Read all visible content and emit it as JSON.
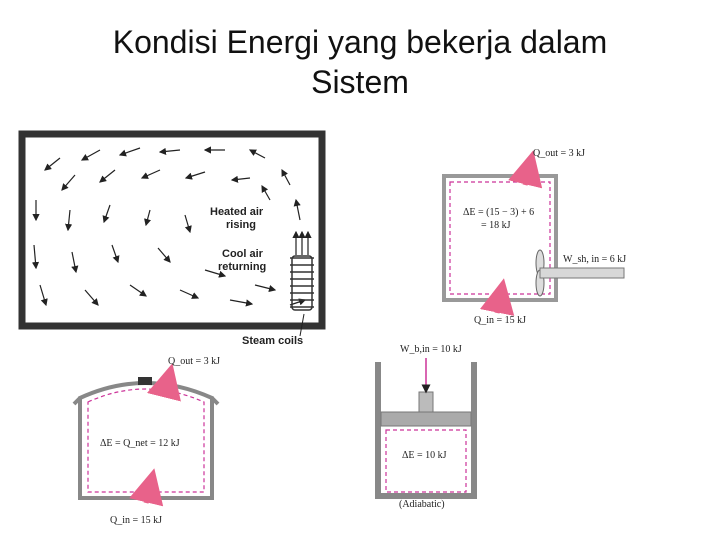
{
  "title": {
    "line1": "Kondisi Energi yang bekerja dalam",
    "line2": "Sistem"
  },
  "room": {
    "heated_air": "Heated air\nrising",
    "cool_air": "Cool air\nreturning",
    "steam_coils": "Steam coils"
  },
  "box": {
    "q_out": "Q_out = 3 kJ",
    "delta_line1": "ΔE = (15 − 3) + 6",
    "delta_line2": "= 18 kJ",
    "w_sh": "W_sh, in = 6 kJ",
    "q_in": "Q_in = 15 kJ"
  },
  "piston": {
    "w_b": "W_b,in = 10 kJ",
    "delta": "ΔE = 10 kJ",
    "adiabatic": "(Adiabatic)"
  },
  "cooker": {
    "q_out": "Q_out = 3 kJ",
    "delta": "ΔE = Q_net = 12 kJ",
    "q_in": "Q_in = 15 kJ"
  },
  "colors": {
    "boundary": "#cc3399",
    "arrow": "#e8628a",
    "metal": "#9a9a9a"
  }
}
